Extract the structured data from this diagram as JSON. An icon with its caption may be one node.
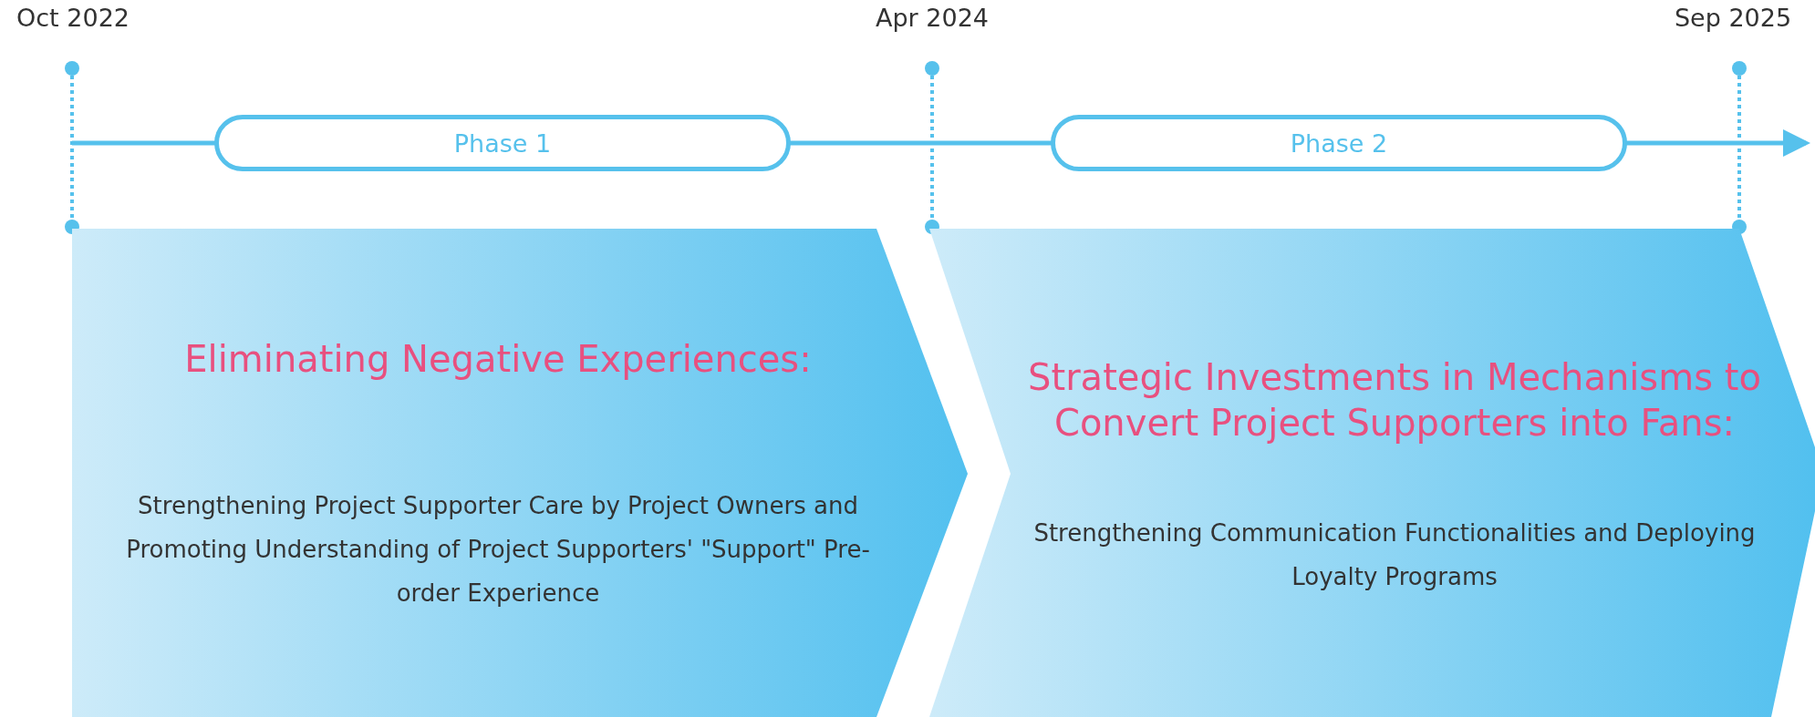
{
  "diagram": {
    "nodes": [
      {
        "text": [
          "Phase 1"
        ]
      },
      {
        "text": [
          "Phase 2"
        ]
      },
      {
        "text": [
          "Eliminating Negative Experiences:",
          "Strengthening Project Supporter Care by Project Owners and Promoting Understanding of Project Supporters' \"Support\" Pre-order Experience"
        ]
      },
      {
        "text": [
          "Strategic Investments in Mechanisms to Convert Project Supporters into Fans:",
          "Strengthening Communication Functionalities and Deploying Loyalty Programs"
        ]
      }
    ],
    "edges": [],
    "labels": [
      "Oct 2022",
      "Apr 2024",
      "Sep 2025"
    ]
  }
}
